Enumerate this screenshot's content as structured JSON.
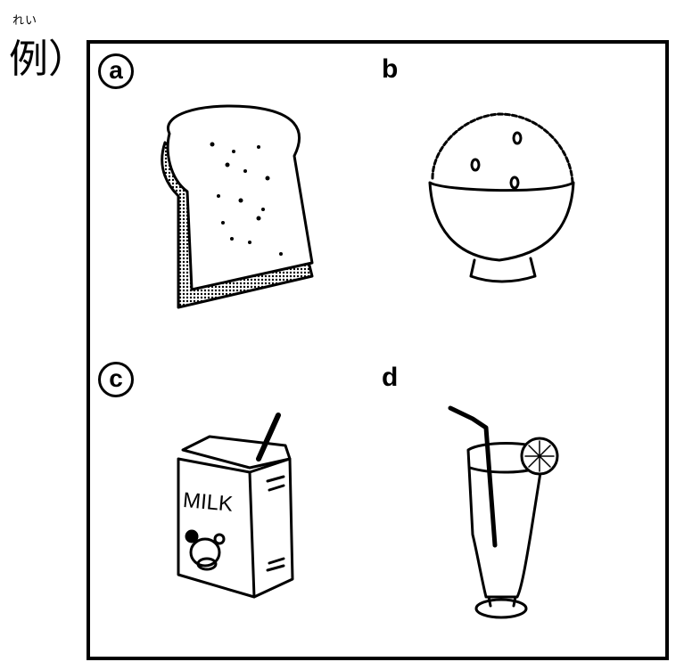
{
  "example": {
    "label": "例）",
    "reading": "れい"
  },
  "options": [
    {
      "letter": "a",
      "circled": true,
      "item": "bread"
    },
    {
      "letter": "b",
      "circled": false,
      "item": "rice"
    },
    {
      "letter": "c",
      "circled": true,
      "item": "milk",
      "carton_text": "MILK"
    },
    {
      "letter": "d",
      "circled": false,
      "item": "juice"
    }
  ]
}
